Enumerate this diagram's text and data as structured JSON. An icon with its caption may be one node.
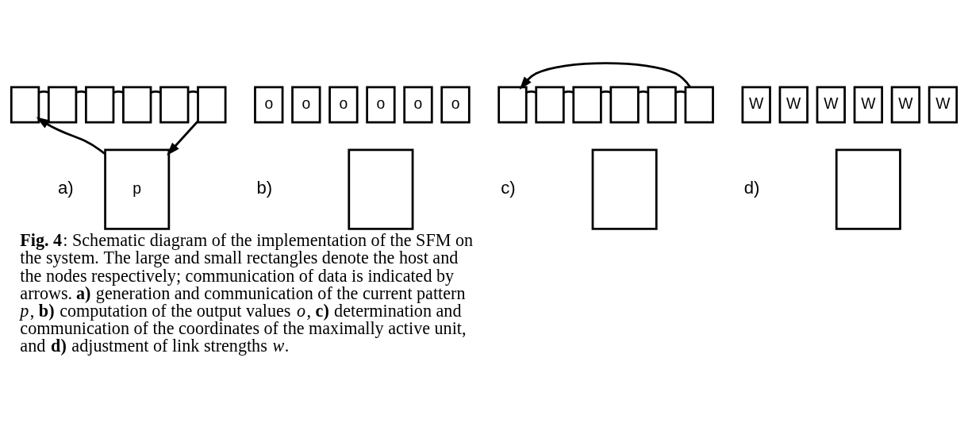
{
  "diagram": {
    "caption": "**Fig. 4**: Schematic diagram of the implementation of the SFM on the system. The large and small rectangles denote the host and the nodes respectively; communication of data is indicated by arrows. **a)** generation and communication of the current pattern *p*, **b)** computation of the output values *o*, **c)** determination and communication of the coordinates of the maximally active unit, and **d)** adjustment of link strengths *w*.",
    "nodes": [
      {
        "text": [],
        "shape": "box"
      },
      {
        "text": [],
        "shape": "box"
      },
      {
        "text": [],
        "shape": "box"
      },
      {
        "text": [],
        "shape": "box"
      },
      {
        "text": [],
        "shape": "box"
      },
      {
        "text": [],
        "shape": "box"
      },
      {
        "text": [
          "p"
        ]
      },
      {
        "text": [
          "o"
        ]
      },
      {
        "text": [
          "o"
        ]
      },
      {
        "text": [
          "o"
        ]
      },
      {
        "text": [
          "o"
        ]
      },
      {
        "text": [
          "o"
        ]
      },
      {
        "text": [
          "o"
        ]
      },
      {
        "text": [],
        "shape": "box"
      },
      {
        "text": [],
        "shape": "box"
      },
      {
        "text": [],
        "shape": "box"
      },
      {
        "text": [],
        "shape": "box"
      },
      {
        "text": [],
        "shape": "box"
      },
      {
        "text": [],
        "shape": "box"
      },
      {
        "text": [],
        "shape": "box"
      },
      {
        "text": [],
        "shape": "box"
      },
      {
        "text": [
          "W"
        ]
      },
      {
        "text": [
          "W"
        ]
      },
      {
        "text": [
          "W"
        ]
      },
      {
        "text": [
          "W"
        ]
      },
      {
        "text": [
          "W"
        ]
      },
      {
        "text": [
          "W"
        ]
      },
      {
        "text": [],
        "shape": "box"
      }
    ],
    "edges": [
      {
        "from": 6,
        "to": 0,
        "arrow": "to"
      },
      {
        "from": 0,
        "to": 1,
        "arrow": "none"
      },
      {
        "from": 1,
        "to": 2,
        "arrow": "none"
      },
      {
        "from": 2,
        "to": 3,
        "arrow": "none"
      },
      {
        "from": 3,
        "to": 4,
        "arrow": "none"
      },
      {
        "from": 4,
        "to": 5,
        "arrow": "none"
      },
      {
        "from": 5,
        "to": 6,
        "arrow": "to"
      },
      {
        "from": 14,
        "to": 15,
        "arrow": "none"
      },
      {
        "from": 15,
        "to": 16,
        "arrow": "none"
      },
      {
        "from": 16,
        "to": 17,
        "arrow": "none"
      },
      {
        "from": 17,
        "to": 18,
        "arrow": "none"
      },
      {
        "from": 18,
        "to": 19,
        "arrow": "none"
      },
      {
        "from": 19,
        "to": 14,
        "arrow": "to"
      }
    ],
    "labels": [
      "a)",
      "b)",
      "c)",
      "d)"
    ]
  }
}
